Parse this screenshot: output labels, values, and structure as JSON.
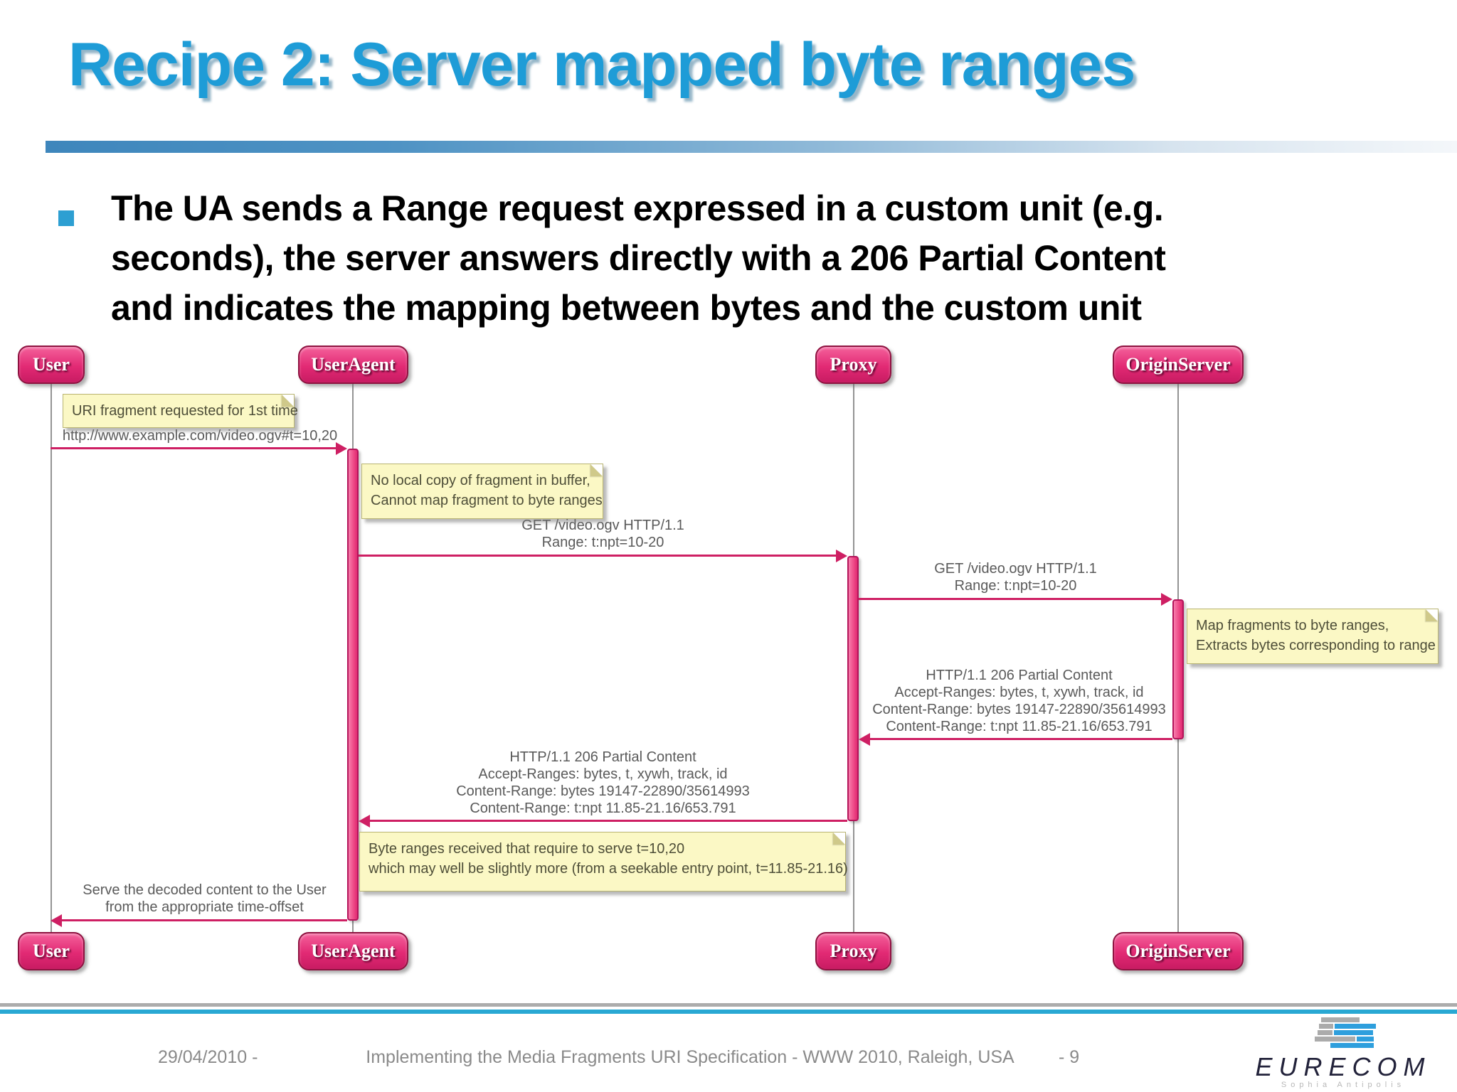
{
  "slide": {
    "title": "Recipe 2: Server mapped byte ranges",
    "bullet_lines": [
      "The UA sends a Range request expressed in a custom unit (e.g.",
      "seconds), the server answers directly with a 206 Partial Content",
      "and indicates the mapping between bytes and the custom unit"
    ]
  },
  "diagram": {
    "actors": [
      {
        "name": "User"
      },
      {
        "name": "UserAgent"
      },
      {
        "name": "Proxy"
      },
      {
        "name": "OriginServer"
      }
    ],
    "messages": [
      {
        "from": "User",
        "to": "UserAgent",
        "lines": [
          "http://www.example.com/video.ogv#t=10,20"
        ]
      },
      {
        "from": "UserAgent",
        "to": "Proxy",
        "lines": [
          "GET /video.ogv HTTP/1.1",
          "Range: t:npt=10-20"
        ]
      },
      {
        "from": "Proxy",
        "to": "OriginServer",
        "lines": [
          "GET /video.ogv HTTP/1.1",
          "Range: t:npt=10-20"
        ]
      },
      {
        "from": "OriginServer",
        "to": "Proxy",
        "lines": [
          "HTTP/1.1 206 Partial Content",
          "Accept-Ranges: bytes, t, xywh, track, id",
          "Content-Range: bytes 19147-22890/35614993",
          "Content-Range: t:npt 11.85-21.16/653.791"
        ]
      },
      {
        "from": "Proxy",
        "to": "UserAgent",
        "lines": [
          "HTTP/1.1 206 Partial Content",
          "Accept-Ranges: bytes, t, xywh, track, id",
          "Content-Range: bytes 19147-22890/35614993",
          "Content-Range: t:npt 11.85-21.16/653.791"
        ]
      },
      {
        "from": "UserAgent",
        "to": "User",
        "lines": [
          "Serve the decoded content to the User",
          "from the appropriate time-offset"
        ]
      }
    ],
    "notes": [
      {
        "lines": [
          "URI fragment requested for 1st time"
        ]
      },
      {
        "lines": [
          "No local copy of fragment in buffer,",
          "Cannot map fragment to byte ranges"
        ]
      },
      {
        "lines": [
          "Map fragments to byte ranges,",
          "Extracts bytes corresponding to range"
        ]
      },
      {
        "lines": [
          "Byte ranges received that require to serve t=10,20",
          "which may well be slightly more (from a seekable entry point, t=11.85-21.16)"
        ]
      }
    ]
  },
  "footer": {
    "date": "29/04/2010 -",
    "center": "Implementing the Media Fragments URI Specification - WWW 2010, Raleigh, USA",
    "page": "- 9"
  },
  "logo": {
    "name": "EURECOM",
    "subtitle": "Sophia Antipolis"
  },
  "colors": {
    "title_blue": "#1E9CD7",
    "accent_pink": "#CE1F63",
    "actor_fill": "#E22A74",
    "actor_border": "#8E1240",
    "note_yellow": "#FBF8C5",
    "note_border": "#B9B472",
    "divider_cyan": "#29A8D3",
    "divider_gray": "#ACACAC",
    "footer_gray": "#8a8a8a",
    "logo_blue": "#2E9FDD",
    "logo_gray": "#ABABAB"
  }
}
